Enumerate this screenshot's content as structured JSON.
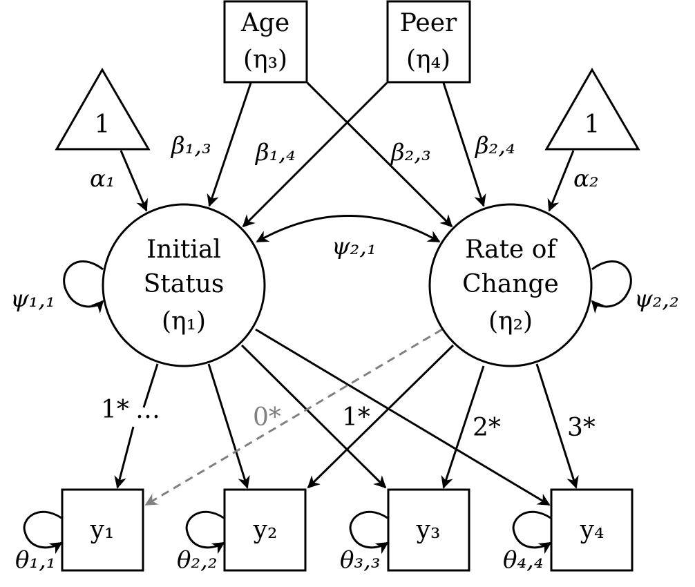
{
  "nodes": {
    "age": {
      "line1": "Age",
      "line2": "(η₃)"
    },
    "peer": {
      "line1": "Peer",
      "line2": "(η₄)"
    },
    "const_left": {
      "label": "1"
    },
    "const_right": {
      "label": "1"
    },
    "initial_status": {
      "line1": "Initial",
      "line2": "Status",
      "line3": "(η₁)"
    },
    "rate_of_change": {
      "line1": "Rate of",
      "line2": "Change",
      "line3": "(η₂)"
    },
    "y1": {
      "label": "y₁"
    },
    "y2": {
      "label": "y₂"
    },
    "y3": {
      "label": "y₃"
    },
    "y4": {
      "label": "y₄"
    }
  },
  "edges": {
    "alpha1": "α₁",
    "alpha2": "α₂",
    "beta13": "β₁,₃",
    "beta14": "β₁,₄",
    "beta23": "β₂,₃",
    "beta24": "β₂,₄",
    "psi21": "ψ₂,₁",
    "psi11": "ψ₁,₁",
    "psi22": "ψ₂,₂",
    "load_1": "1*",
    "load_dots": "…",
    "load_0": "0*",
    "load_1b": "1*",
    "load_2": "2*",
    "load_3": "3*",
    "theta11": "θ₁,₁",
    "theta22": "θ₂,₂",
    "theta33": "θ₃,₃",
    "theta44": "θ₄,₄"
  },
  "colors": {
    "stroke": "#000000",
    "dashed_path": "#808080"
  }
}
